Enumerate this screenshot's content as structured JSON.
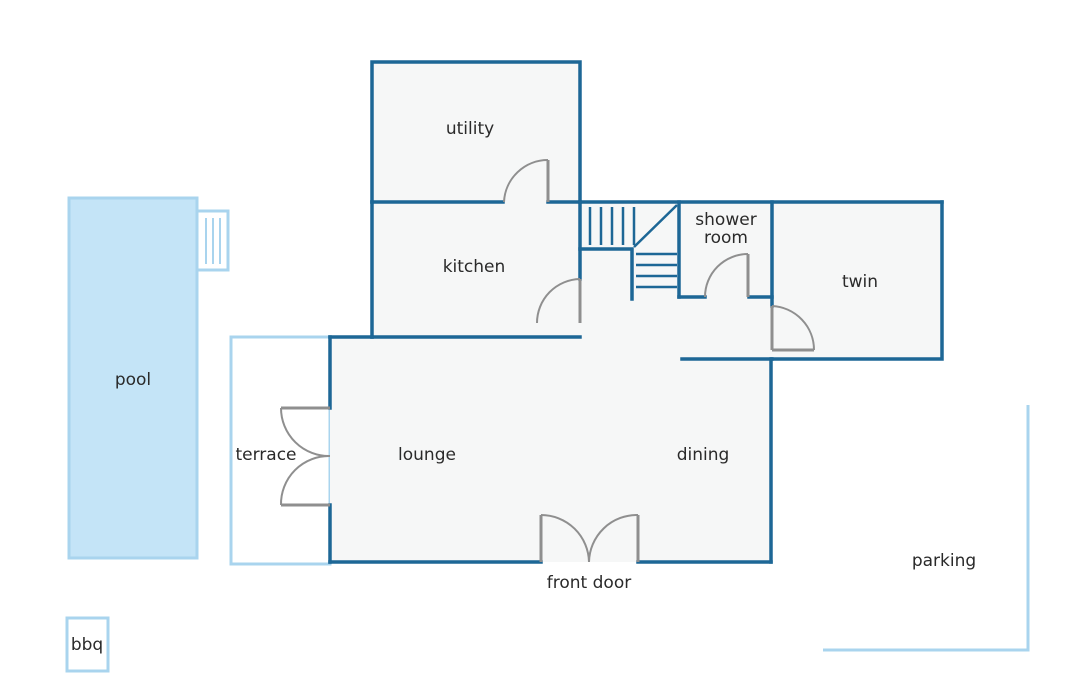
{
  "labels": {
    "utility": "utility",
    "kitchen": "kitchen",
    "shower_line1": "shower",
    "shower_line2": "room",
    "twin": "twin",
    "pool": "pool",
    "terrace": "terrace",
    "lounge": "lounge",
    "dining": "dining",
    "front_door": "front door",
    "parking": "parking",
    "bbq": "bbq"
  },
  "colors": {
    "wall": "#1d6796",
    "outdoor_outline": "#a9d4ee",
    "pool_water": "#c4e4f7",
    "room_floor": "#f6f7f7",
    "door": "#8f8f8f"
  }
}
